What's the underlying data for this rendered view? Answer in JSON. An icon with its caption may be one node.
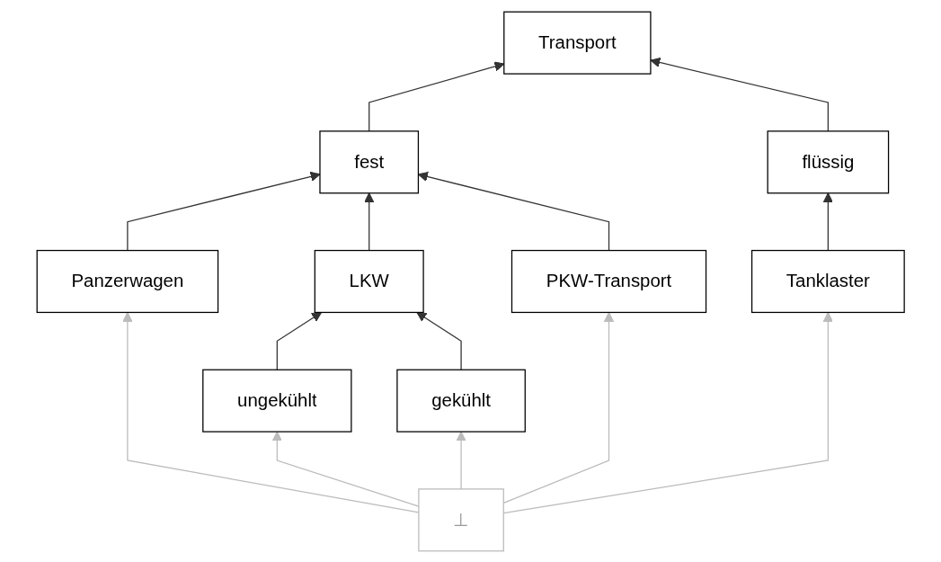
{
  "diagram": {
    "nodes": [
      {
        "text": [
          "Transport"
        ]
      },
      {
        "text": [
          "fest"
        ]
      },
      {
        "text": [
          "flüssig"
        ]
      },
      {
        "text": [
          "Panzerwagen"
        ]
      },
      {
        "text": [
          "LKW"
        ]
      },
      {
        "text": [
          "PKW-Transport"
        ]
      },
      {
        "text": [
          "Tanklaster"
        ]
      },
      {
        "text": [
          "ungekühlt"
        ]
      },
      {
        "text": [
          "gekühlt"
        ]
      },
      {
        "text": [
          "⊥"
        ]
      }
    ],
    "edges": [
      {
        "from": 1,
        "to": 0,
        "arrow": "to"
      },
      {
        "from": 2,
        "to": 0,
        "arrow": "to"
      },
      {
        "from": 3,
        "to": 1,
        "arrow": "to"
      },
      {
        "from": 4,
        "to": 1,
        "arrow": "to"
      },
      {
        "from": 5,
        "to": 1,
        "arrow": "to"
      },
      {
        "from": 6,
        "to": 2,
        "arrow": "to"
      },
      {
        "from": 7,
        "to": 4,
        "arrow": "to"
      },
      {
        "from": 8,
        "to": 4,
        "arrow": "to"
      },
      {
        "from": 9,
        "to": 3,
        "arrow": "to",
        "color": "#bbbbbb"
      },
      {
        "from": 9,
        "to": 7,
        "arrow": "to",
        "color": "#bbbbbb"
      },
      {
        "from": 9,
        "to": 8,
        "arrow": "to",
        "color": "#bbbbbb"
      },
      {
        "from": 9,
        "to": 5,
        "arrow": "to",
        "color": "#bbbbbb"
      },
      {
        "from": 9,
        "to": 6,
        "arrow": "to",
        "color": "#bbbbbb"
      }
    ]
  }
}
